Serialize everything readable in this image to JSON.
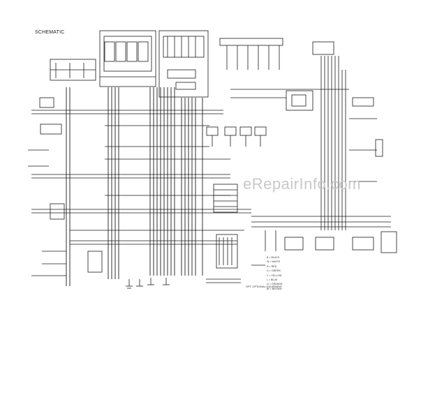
{
  "diagram": {
    "title": "SCHEMATIC",
    "watermark": "eRepairInfo.com",
    "watermark_sub": "",
    "optional_note": "OPT. OPTIONAL EQUIPMENT",
    "wire_colors": [
      {
        "code": "B",
        "name": "BLACK"
      },
      {
        "code": "W",
        "name": "WHITE"
      },
      {
        "code": "R",
        "name": "RED"
      },
      {
        "code": "G",
        "name": "GREEN"
      },
      {
        "code": "Y",
        "name": "YELLOW"
      },
      {
        "code": "L",
        "name": "BLUE"
      },
      {
        "code": "O",
        "name": "ORANGE"
      },
      {
        "code": "Br",
        "name": "BROWN"
      }
    ],
    "colors": {
      "line": "#1a1a1a",
      "background": "#ffffff",
      "watermark": "#c9c9c9"
    }
  }
}
